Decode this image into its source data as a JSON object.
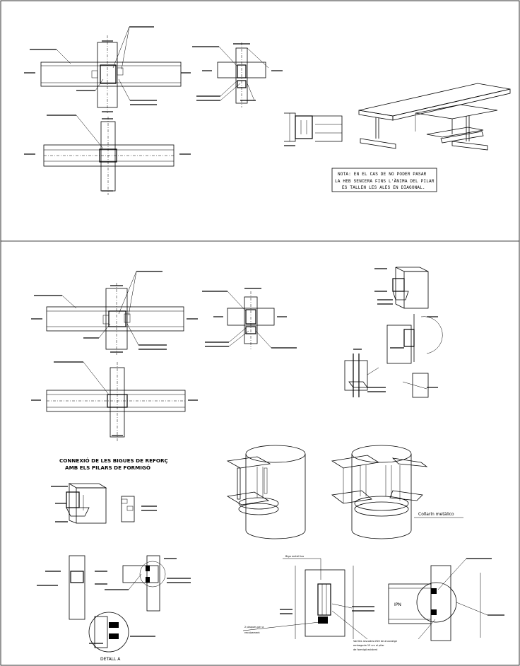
{
  "note_box": {
    "lines": [
      "NOTA: EN EL CAS DE NO PODER PASAR",
      "LA HEB SENCERA FINS L'ÀNIMA DEL PILAR",
      "ES TALLEN LES ALES EN DIAGONAL."
    ]
  },
  "section_title": {
    "line1": "CONNEXIÓ DE LES BIGUES DE REFORÇ",
    "line2": "AMB ELS PILARS DE FORMIGÓ"
  },
  "labels": {
    "collar": "Collarín metàlico",
    "ipn": "IPN",
    "detail": "DETALL A",
    "plaques": "2 plaques per a",
    "plaques2": "recolzament",
    "bars": "Varilles roscades Ø16 de ancoratge",
    "bars2": "embeguda 15 cm al pilar",
    "bars3": "de formigó existent",
    "top_label": "Biga metàl·lica"
  }
}
